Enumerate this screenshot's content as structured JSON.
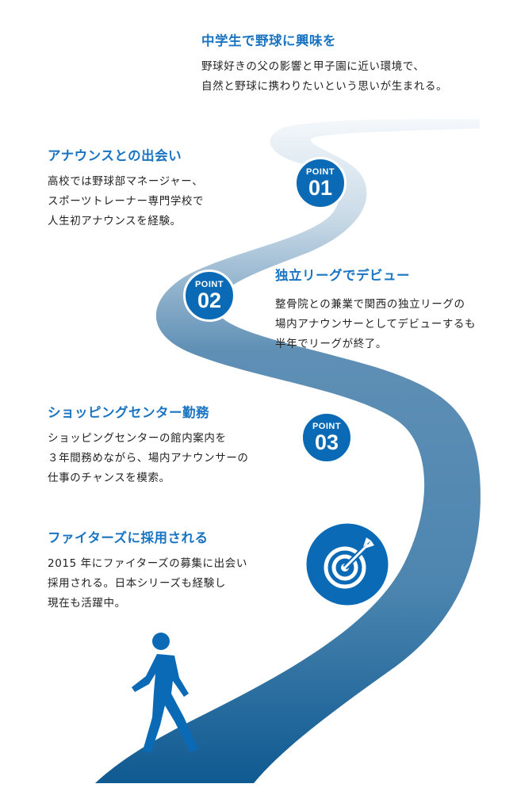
{
  "steps": [
    {
      "title": "中学生で野球に興味を",
      "lines": [
        "野球好きの父の影響と甲子園に近い環境で、",
        "自然と野球に携わりたいという思いが生まれる。"
      ]
    },
    {
      "title": "アナウンスとの出会い",
      "lines": [
        "高校では野球部マネージャー、",
        "スポーツトレーナー専門学校で",
        "人生初アナウンスを経験。"
      ]
    },
    {
      "title": "独立リーグでデビュー",
      "lines": [
        "整骨院との兼業で関西の独立リーグの",
        "場内アナウンサーとしてデビューするも",
        "半年でリーグが終了。"
      ]
    },
    {
      "title": "ショッピングセンター勤務",
      "lines": [
        "ショッピングセンターの館内案内を",
        "３年間務めながら、場内アナウンサーの",
        "仕事のチャンスを模索。"
      ]
    },
    {
      "title": "ファイターズに採用される",
      "lines": [
        "2015 年にファイターズの募集に出会い",
        "採用される。日本シリーズも経験し",
        "現在も活躍中。"
      ]
    }
  ],
  "badges": [
    {
      "label": "POINT",
      "number": "01"
    },
    {
      "label": "POINT",
      "number": "02"
    },
    {
      "label": "POINT",
      "number": "03"
    }
  ],
  "colors": {
    "heading": "#1a74c1",
    "badge": "#0b6ab5",
    "road_top": "#e6eef4",
    "road_bottom": "#0f5a92"
  }
}
